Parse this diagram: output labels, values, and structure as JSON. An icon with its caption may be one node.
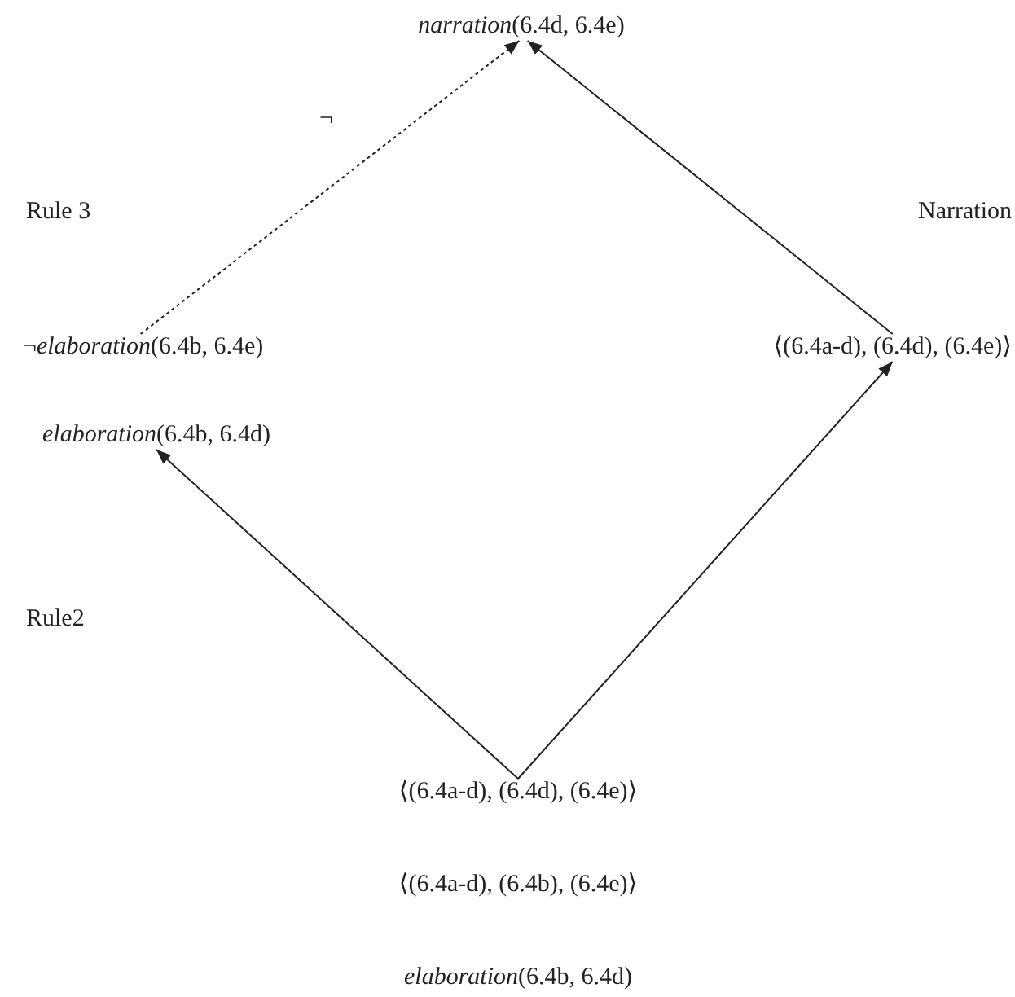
{
  "diagram": {
    "nodes": [
      {
        "text": [
          "*narration*(6.4d, 6.4e)"
        ]
      },
      {
        "text": [
          "¬*elaboration*(6.4b, 6.4e)"
        ]
      },
      {
        "text": [
          "⟨(6.4a-d), (6.4d), (6.4e)⟩"
        ]
      },
      {
        "text": [
          "*elaboration*(6.4b, 6.4d)"
        ]
      },
      {
        "text": [
          "⟨(6.4a-d), (6.4d), (6.4e)⟩",
          "⟨(6.4a-d), (6.4b), (6.4e)⟩",
          "*elaboration*(6.4b, 6.4d)"
        ]
      }
    ],
    "edges": [
      {
        "from": 1,
        "to": 0,
        "arrow": "to",
        "style": "dashed"
      },
      {
        "from": 2,
        "to": 0,
        "arrow": "to"
      },
      {
        "from": 4,
        "to": 3,
        "arrow": "to"
      },
      {
        "from": 4,
        "to": 2,
        "arrow": "to"
      }
    ],
    "labels": [
      "¬",
      "Rule 3",
      "Narration",
      "Rule2"
    ]
  }
}
